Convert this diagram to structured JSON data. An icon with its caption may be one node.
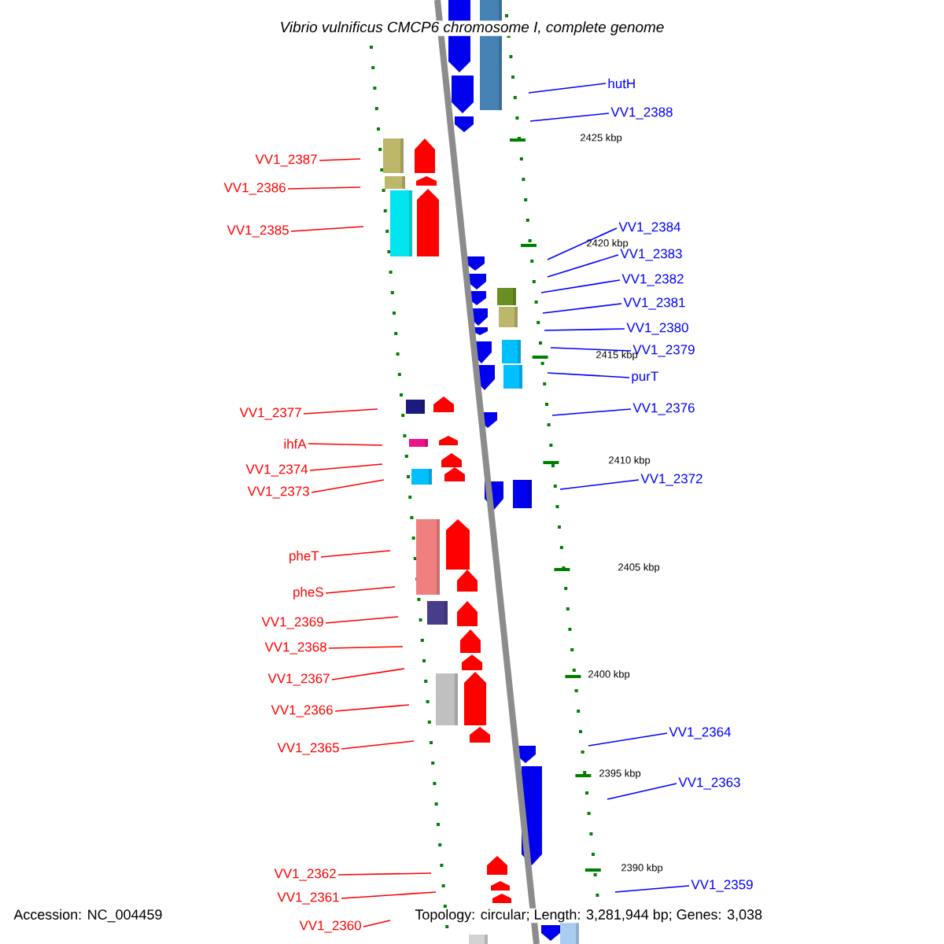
{
  "diagram": {
    "title": "Vibrio vulnificus CMCP6 chromosome I, complete genome",
    "nodes": [
      {
        "text": [
          "hutH"
        ]
      },
      {
        "text": [
          "VV1_2388"
        ]
      },
      {
        "text": [
          "VV1_2384"
        ]
      },
      {
        "text": [
          "VV1_2383"
        ]
      },
      {
        "text": [
          "VV1_2382"
        ]
      },
      {
        "text": [
          "VV1_2381"
        ]
      },
      {
        "text": [
          "VV1_2380"
        ]
      },
      {
        "text": [
          "VV1_2379"
        ]
      },
      {
        "text": [
          "purT"
        ]
      },
      {
        "text": [
          "VV1_2376"
        ]
      },
      {
        "text": [
          "VV1_2372"
        ]
      },
      {
        "text": [
          "VV1_2364"
        ]
      },
      {
        "text": [
          "VV1_2363"
        ]
      },
      {
        "text": [
          "VV1_2359"
        ]
      },
      {
        "text": [
          "VV1_2387"
        ]
      },
      {
        "text": [
          "VV1_2386"
        ]
      },
      {
        "text": [
          "VV1_2385"
        ]
      },
      {
        "text": [
          "VV1_2377"
        ]
      },
      {
        "text": [
          "ihfA"
        ]
      },
      {
        "text": [
          "VV1_2374"
        ]
      },
      {
        "text": [
          "VV1_2373"
        ]
      },
      {
        "text": [
          "pheT"
        ]
      },
      {
        "text": [
          "pheS"
        ]
      },
      {
        "text": [
          "VV1_2369"
        ]
      },
      {
        "text": [
          "VV1_2368"
        ]
      },
      {
        "text": [
          "VV1_2367"
        ]
      },
      {
        "text": [
          "VV1_2366"
        ]
      },
      {
        "text": [
          "VV1_2365"
        ]
      },
      {
        "text": [
          "VV1_2362"
        ]
      },
      {
        "text": [
          "VV1_2361"
        ]
      },
      {
        "text": [
          "VV1_2360"
        ]
      }
    ],
    "edges": [
      {
        "from": 0,
        "to": null,
        "arrow": "none",
        "color": "#0000ff"
      },
      {
        "from": 1,
        "to": null,
        "arrow": "none",
        "color": "#0000ff"
      },
      {
        "from": 2,
        "to": null,
        "arrow": "none",
        "color": "#0000ff"
      },
      {
        "from": 3,
        "to": null,
        "arrow": "none",
        "color": "#0000ff"
      },
      {
        "from": 4,
        "to": null,
        "arrow": "none",
        "color": "#0000ff"
      },
      {
        "from": 5,
        "to": null,
        "arrow": "none",
        "color": "#0000ff"
      },
      {
        "from": 6,
        "to": null,
        "arrow": "none",
        "color": "#0000ff"
      },
      {
        "from": 7,
        "to": null,
        "arrow": "none",
        "color": "#0000ff"
      },
      {
        "from": 8,
        "to": null,
        "arrow": "none",
        "color": "#0000ff"
      },
      {
        "from": 9,
        "to": null,
        "arrow": "none",
        "color": "#0000ff"
      },
      {
        "from": 10,
        "to": null,
        "arrow": "none",
        "color": "#0000ff"
      },
      {
        "from": 11,
        "to": null,
        "arrow": "none",
        "color": "#0000ff"
      },
      {
        "from": 12,
        "to": null,
        "arrow": "none",
        "color": "#0000ff"
      },
      {
        "from": 13,
        "to": null,
        "arrow": "none",
        "color": "#0000ff"
      },
      {
        "from": 14,
        "to": null,
        "arrow": "none"
      },
      {
        "from": 15,
        "to": null,
        "arrow": "none"
      },
      {
        "from": 16,
        "to": null,
        "arrow": "none"
      },
      {
        "from": 17,
        "to": null,
        "arrow": "none"
      },
      {
        "from": 18,
        "to": null,
        "arrow": "none"
      },
      {
        "from": 19,
        "to": null,
        "arrow": "none"
      },
      {
        "from": 20,
        "to": null,
        "arrow": "none"
      },
      {
        "from": 21,
        "to": null,
        "arrow": "none"
      },
      {
        "from": 22,
        "to": null,
        "arrow": "none"
      },
      {
        "from": 23,
        "to": null,
        "arrow": "none"
      },
      {
        "from": 24,
        "to": null,
        "arrow": "none"
      },
      {
        "from": 25,
        "to": null,
        "arrow": "none"
      },
      {
        "from": 26,
        "to": null,
        "arrow": "none"
      },
      {
        "from": 27,
        "to": null,
        "arrow": "none"
      },
      {
        "from": 28,
        "to": null,
        "arrow": "none"
      },
      {
        "from": 29,
        "to": null,
        "arrow": "none"
      },
      {
        "from": 30,
        "to": null,
        "arrow": "none"
      }
    ],
    "labels": [
      "2425 kbp",
      "2420 kbp",
      "2415 kbp",
      "2410 kbp",
      "2405 kbp",
      "2400 kbp",
      "2395 kbp",
      "2390 kbp",
      "Accession: NC_004459",
      "Topology: circular; Length: 3,281,944 bp; Genes: 3,038"
    ]
  }
}
